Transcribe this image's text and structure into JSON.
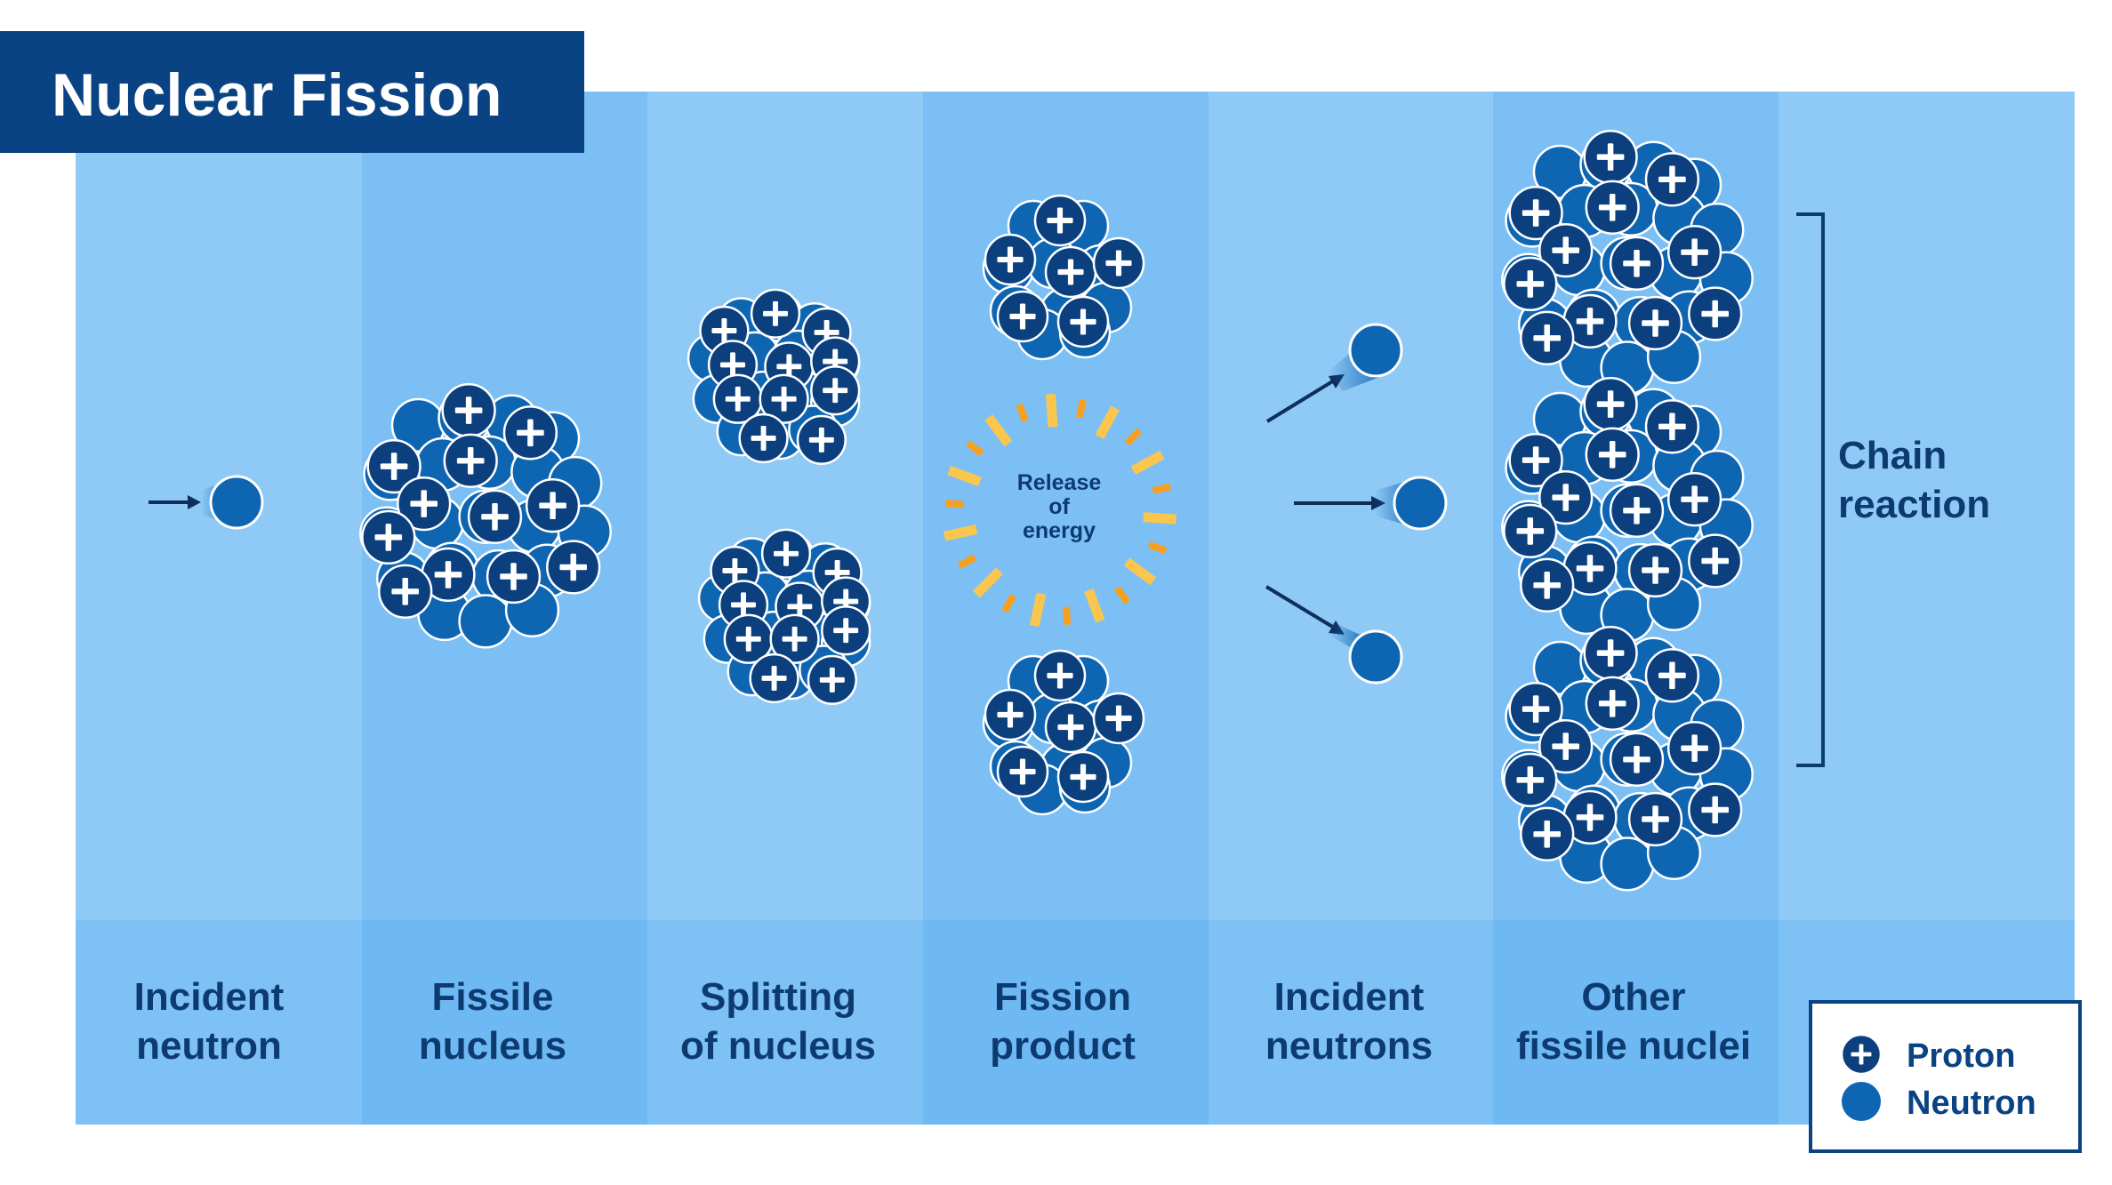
{
  "title": "Nuclear Fission",
  "stages": [
    {
      "label": [
        "Incident",
        "neutron"
      ]
    },
    {
      "label": [
        "Fissile",
        "nucleus"
      ]
    },
    {
      "label": [
        "Splitting",
        "of nucleus"
      ]
    },
    {
      "label": [
        "Fission",
        "product"
      ]
    },
    {
      "label": [
        "Incident",
        "neutrons"
      ]
    },
    {
      "label": [
        "Other",
        "fissile nuclei"
      ]
    }
  ],
  "energy_label": [
    "Release",
    "of",
    "energy"
  ],
  "chain_label": [
    "Chain",
    "reaction"
  ],
  "legend": {
    "proton": "Proton",
    "neutron": "Neutron"
  },
  "colors": {
    "title_bg": "#0a4383",
    "panel_light": "#8fc9f6",
    "panel_dark": "#7cbff5",
    "label_band_light": "#7ec1f5",
    "label_band_dark": "#6eb8f3",
    "neutron": "#0e66b3",
    "proton": "#0b3f7e",
    "label_text": "#0d3b70",
    "burst_yellow": "#fbc64d",
    "burst_orange": "#f5a01f"
  }
}
